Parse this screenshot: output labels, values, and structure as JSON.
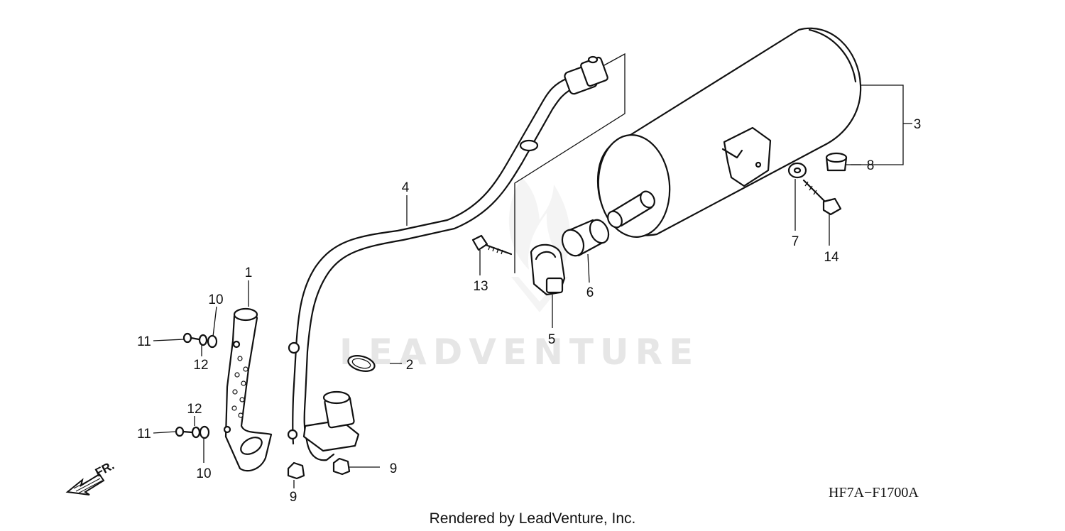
{
  "watermark": "LEADVENTURE",
  "diagram_code": "HF7A−F1700A",
  "credit": "Rendered by LeadVenture, Inc.",
  "front_indicator": "FR.",
  "callouts": {
    "c1": "1",
    "c2": "2",
    "c3": "3",
    "c4": "4",
    "c5": "5",
    "c6": "6",
    "c7": "7",
    "c8": "8",
    "c9a": "9",
    "c9b": "9",
    "c10a": "10",
    "c10b": "10",
    "c11a": "11",
    "c11b": "11",
    "c12a": "12",
    "c12b": "12",
    "c13": "13",
    "c14": "14"
  }
}
